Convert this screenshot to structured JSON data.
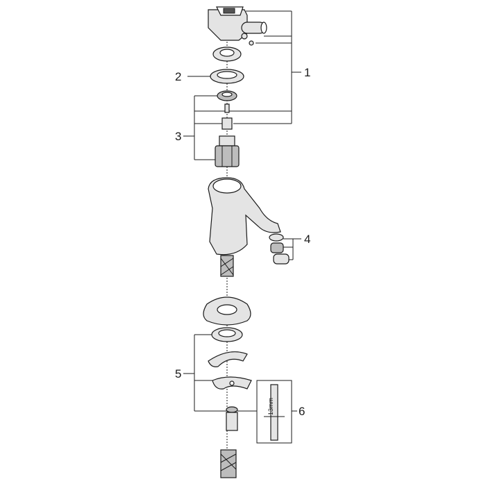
{
  "callouts": {
    "c1": "1",
    "c2": "2",
    "c3": "3",
    "c4": "4",
    "c5": "5",
    "c6": "6"
  },
  "tool_label": "13mm"
}
